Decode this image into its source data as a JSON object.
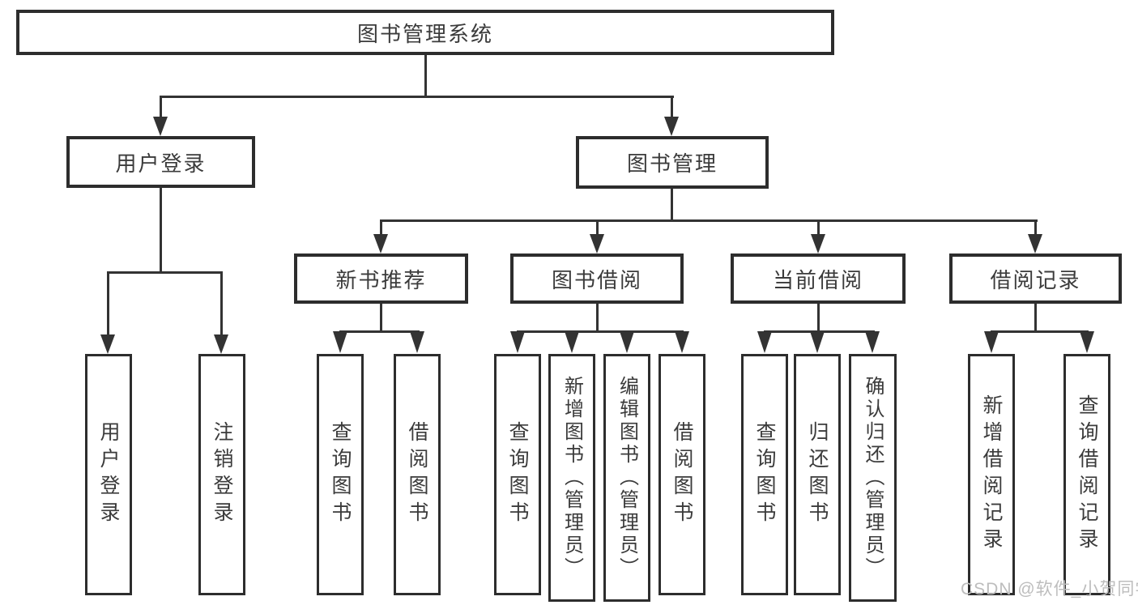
{
  "root": {
    "label": "图书管理系统"
  },
  "branches": {
    "user": {
      "label": "用户登录"
    },
    "book": {
      "label": "图书管理"
    }
  },
  "modules": {
    "newbook": {
      "label": "新书推荐"
    },
    "borrow": {
      "label": "图书借阅"
    },
    "current": {
      "label": "当前借阅"
    },
    "records": {
      "label": "借阅记录"
    }
  },
  "leaves": {
    "user_login": {
      "label": "用户登录"
    },
    "user_logout": {
      "label": "注销登录"
    },
    "newbook_query": {
      "label": "查询图书"
    },
    "newbook_borrow": {
      "label": "借阅图书"
    },
    "borrow_query": {
      "label": "查询图书"
    },
    "borrow_add": {
      "label": "新增图书（管理员）"
    },
    "borrow_edit": {
      "label": "编辑图书（管理员）"
    },
    "borrow_lend": {
      "label": "借阅图书"
    },
    "current_query": {
      "label": "查询图书"
    },
    "current_return": {
      "label": "归还图书"
    },
    "current_confirm": {
      "label": "确认归还（管理员）"
    },
    "records_add": {
      "label": "新增借阅记录"
    },
    "records_query": {
      "label": "查询借阅记录"
    }
  },
  "watermark": {
    "text": "CSDN @软件_小贺同学"
  },
  "colors": {
    "line": "#333333",
    "border": "#2d2d2d",
    "text": "#3b3b3b",
    "watermark": "#bdbdbd",
    "background": "#ffffff"
  }
}
